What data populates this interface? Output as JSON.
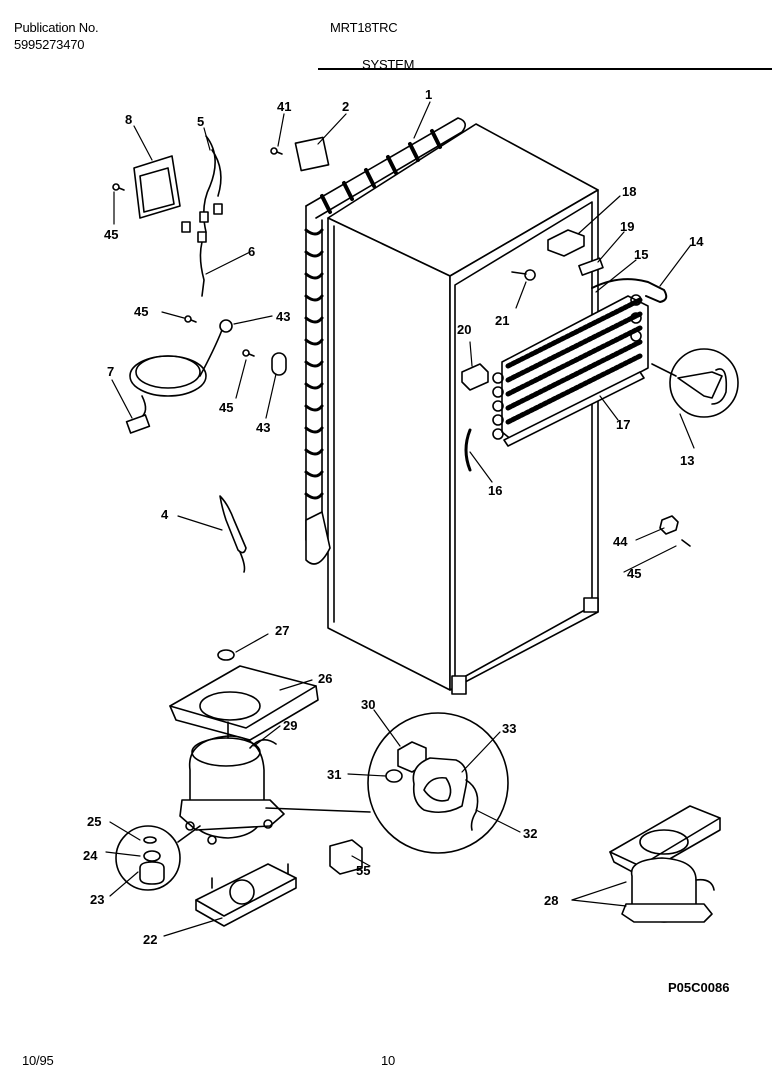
{
  "header": {
    "publication_label": "Publication No.",
    "publication_number": "5995273470",
    "model": "MRT18TRC",
    "section": "SYSTEM"
  },
  "diagram": {
    "code": "P05C0086",
    "callouts": {
      "c1": "1",
      "c2": "2",
      "c4": "4",
      "c5": "5",
      "c6": "6",
      "c7": "7",
      "c8": "8",
      "c13": "13",
      "c14": "14",
      "c15": "15",
      "c16": "16",
      "c17": "17",
      "c18": "18",
      "c19": "19",
      "c20": "20",
      "c21": "21",
      "c22": "22",
      "c23": "23",
      "c24": "24",
      "c25": "25",
      "c26": "26",
      "c27": "27",
      "c28": "28",
      "c29": "29",
      "c30": "30",
      "c31": "31",
      "c32": "32",
      "c33": "33",
      "c41": "41",
      "c43a": "43",
      "c43b": "43",
      "c44": "44",
      "c45a": "45",
      "c45b": "45",
      "c45c": "45",
      "c45d": "45",
      "c55": "55"
    }
  },
  "footer": {
    "date": "10/95",
    "page": "10"
  }
}
